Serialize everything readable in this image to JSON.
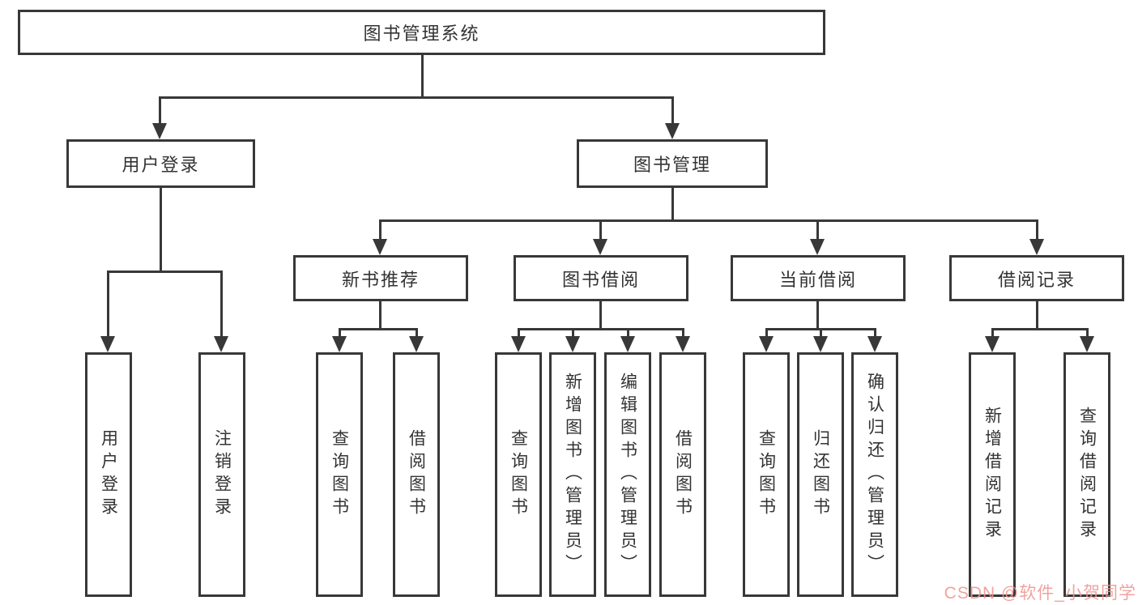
{
  "diagram": {
    "type": "hierarchy-tree",
    "nodes": {
      "root": {
        "label": "图书管理系统"
      },
      "user_login": {
        "label": "用户登录"
      },
      "book_mgmt": {
        "label": "图书管理"
      },
      "login": {
        "label": "用户登录"
      },
      "logout": {
        "label": "注销登录"
      },
      "new_book": {
        "label": "新书推荐"
      },
      "book_borrow": {
        "label": "图书借阅"
      },
      "current_borrow": {
        "label": "当前借阅"
      },
      "borrow_record": {
        "label": "借阅记录"
      },
      "nb_query": {
        "label": "查询图书"
      },
      "nb_borrow": {
        "label": "借阅图书"
      },
      "bb_query": {
        "label": "查询图书"
      },
      "bb_add": {
        "label": "新增图书（管理员）"
      },
      "bb_edit": {
        "label": "编辑图书（管理员）"
      },
      "bb_borrow": {
        "label": "借阅图书"
      },
      "cb_query": {
        "label": "查询图书"
      },
      "cb_return": {
        "label": "归还图书"
      },
      "cb_confirm": {
        "label": "确认归还（管理员）"
      },
      "br_add": {
        "label": "新增借阅记录"
      },
      "br_query": {
        "label": "查询借阅记录"
      }
    },
    "edges": [
      [
        "root",
        "user_login"
      ],
      [
        "root",
        "book_mgmt"
      ],
      [
        "user_login",
        "login"
      ],
      [
        "user_login",
        "logout"
      ],
      [
        "book_mgmt",
        "new_book"
      ],
      [
        "book_mgmt",
        "book_borrow"
      ],
      [
        "book_mgmt",
        "current_borrow"
      ],
      [
        "book_mgmt",
        "borrow_record"
      ],
      [
        "new_book",
        "nb_query"
      ],
      [
        "new_book",
        "nb_borrow"
      ],
      [
        "book_borrow",
        "bb_query"
      ],
      [
        "book_borrow",
        "bb_add"
      ],
      [
        "book_borrow",
        "bb_edit"
      ],
      [
        "book_borrow",
        "bb_borrow"
      ],
      [
        "current_borrow",
        "cb_query"
      ],
      [
        "current_borrow",
        "cb_return"
      ],
      [
        "current_borrow",
        "cb_confirm"
      ],
      [
        "borrow_record",
        "br_add"
      ],
      [
        "borrow_record",
        "br_query"
      ]
    ]
  },
  "watermark": {
    "text": "CSDN @软件_小贺同学",
    "color": "rgba(238,150,145,0.88)"
  },
  "colors": {
    "line": "#383838",
    "text": "#333333",
    "box_background": "#ffffff",
    "page_background": "#ffffff"
  }
}
